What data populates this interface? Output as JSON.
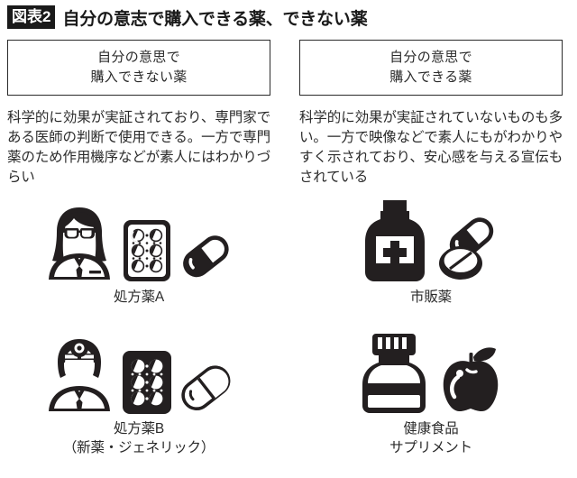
{
  "header": {
    "badge_label": "図表2",
    "title": "自分の意志で購入できる薬、できない薬"
  },
  "colors": {
    "ink": "#231f20",
    "badge_background": "#1a1a1a",
    "badge_text": "#ffffff",
    "box_border": "#2b2b2b",
    "page_background": "#ffffff"
  },
  "columns": [
    {
      "id": "cannot-purchase",
      "header_lines": [
        "自分の意思で",
        "購入できない薬"
      ],
      "description": "科学的に効果が実証されており、専門家である医師の判断で使用できる。一方で専門薬のため作用機序などが素人にはわかりづらい",
      "items": [
        {
          "id": "rx-a",
          "caption_lines": [
            "処方薬A"
          ],
          "icons": [
            "pharmacist-icon",
            "blister-pack-light-icon",
            "capsule-icon"
          ]
        },
        {
          "id": "rx-b",
          "caption_lines": [
            "処方薬B",
            "（新薬・ジェネリック）"
          ],
          "icons": [
            "doctor-icon",
            "blister-pack-dark-icon",
            "capsule-icon"
          ]
        }
      ]
    },
    {
      "id": "can-purchase",
      "header_lines": [
        "自分の意思で",
        "購入できる薬"
      ],
      "description": "科学的に効果が実証されていないものも多い。一方で映像などで素人にもがわかりやすく示されており、安心感を与える宣伝もされている",
      "items": [
        {
          "id": "otc",
          "caption_lines": [
            "市販薬"
          ],
          "icons": [
            "medicine-bottle-cross-icon",
            "capsule-icon",
            "tablet-icon"
          ]
        },
        {
          "id": "supplement",
          "caption_lines": [
            "健康食品",
            "サプリメント"
          ],
          "icons": [
            "supplement-bottle-icon",
            "apple-icon"
          ]
        }
      ]
    }
  ]
}
